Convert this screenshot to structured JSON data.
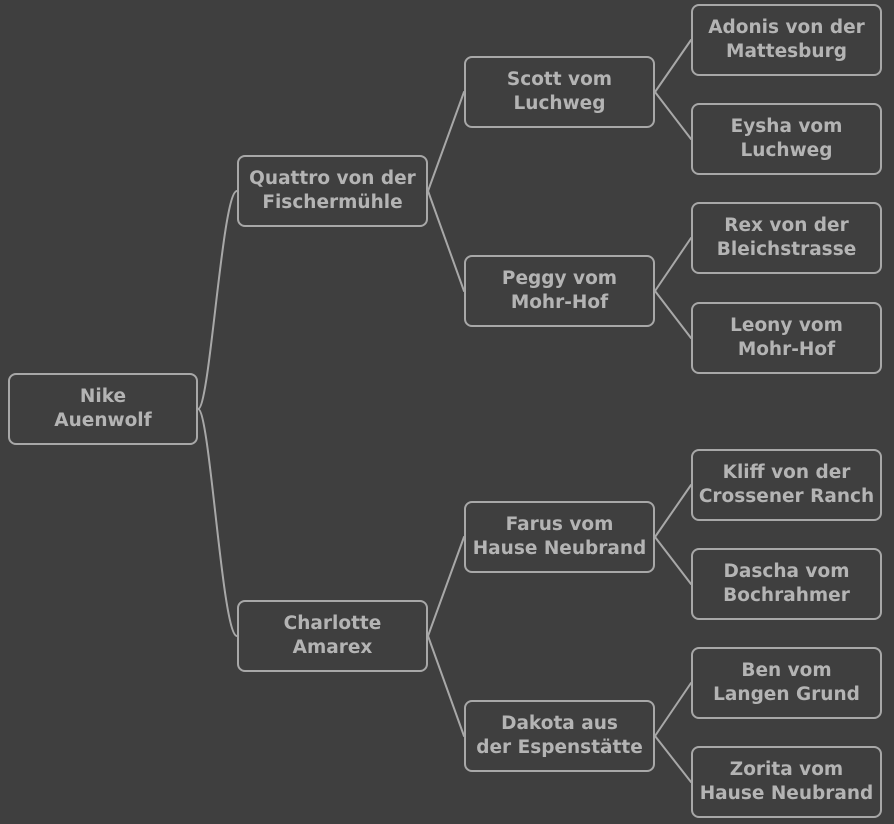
{
  "pedigree": {
    "root": {
      "line1": "Nike",
      "line2": "Auenwolf"
    },
    "sire": {
      "line1": "Quattro von der",
      "line2": "Fischermühle"
    },
    "dam": {
      "line1": "Charlotte",
      "line2": "Amarex"
    },
    "sire_sire": {
      "line1": "Scott vom",
      "line2": "Luchweg"
    },
    "sire_dam": {
      "line1": "Peggy vom",
      "line2": "Mohr-Hof"
    },
    "dam_sire": {
      "line1": "Farus vom",
      "line2": "Hause Neubrand"
    },
    "dam_dam": {
      "line1": "Dakota aus",
      "line2": "der Espenstätte"
    },
    "sire_sire_sire": {
      "line1": "Adonis von der",
      "line2": "Mattesburg"
    },
    "sire_sire_dam": {
      "line1": "Eysha vom",
      "line2": "Luchweg"
    },
    "sire_dam_sire": {
      "line1": "Rex von der",
      "line2": "Bleichstrasse"
    },
    "sire_dam_dam": {
      "line1": "Leony vom",
      "line2": "Mohr-Hof"
    },
    "dam_sire_sire": {
      "line1": "Kliff von der",
      "line2": "Crossener Ranch"
    },
    "dam_sire_dam": {
      "line1": "Dascha vom",
      "line2": "Bochrahmer"
    },
    "dam_dam_sire": {
      "line1": "Ben vom",
      "line2": "Langen Grund"
    },
    "dam_dam_dam": {
      "line1": "Zorita vom",
      "line2": "Hause Neubrand"
    }
  },
  "colors": {
    "background": "#3f3f3f",
    "border": "#a8a8a8",
    "text": "#b4b4b4",
    "connector": "#a8a8a8"
  }
}
